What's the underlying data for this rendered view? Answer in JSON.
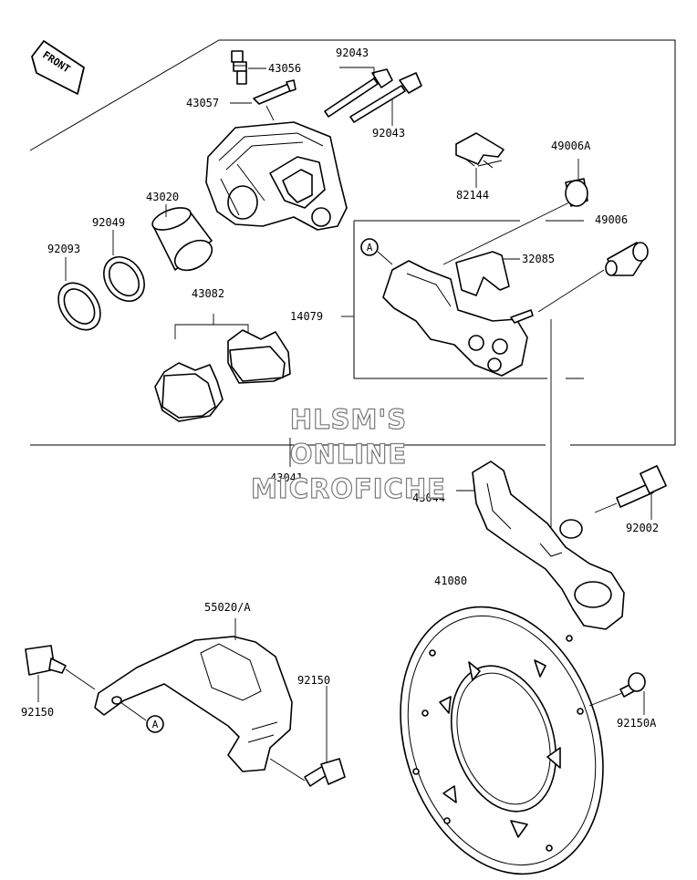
{
  "orientation_tag": "FRONT",
  "callout": "A",
  "watermark": {
    "line1": "HLSM'S",
    "line2": "ONLINE",
    "line3": "MICROFICHE"
  },
  "parts": {
    "p43056": "43056",
    "p92043_top": "92043",
    "p43057": "43057",
    "p92043_bottom": "92043",
    "p49006A": "49006A",
    "p82144": "82144",
    "p43020": "43020",
    "p92049": "92049",
    "p92093": "92093",
    "p49006": "49006",
    "p32085": "32085",
    "p43082": "43082",
    "p14079": "14079",
    "p43041": "43041",
    "p43044": "43044",
    "p92002": "92002",
    "p41080": "41080",
    "p55020A": "55020/A",
    "p92150_left": "92150",
    "p92150_mid": "92150",
    "p92150A": "92150A"
  }
}
